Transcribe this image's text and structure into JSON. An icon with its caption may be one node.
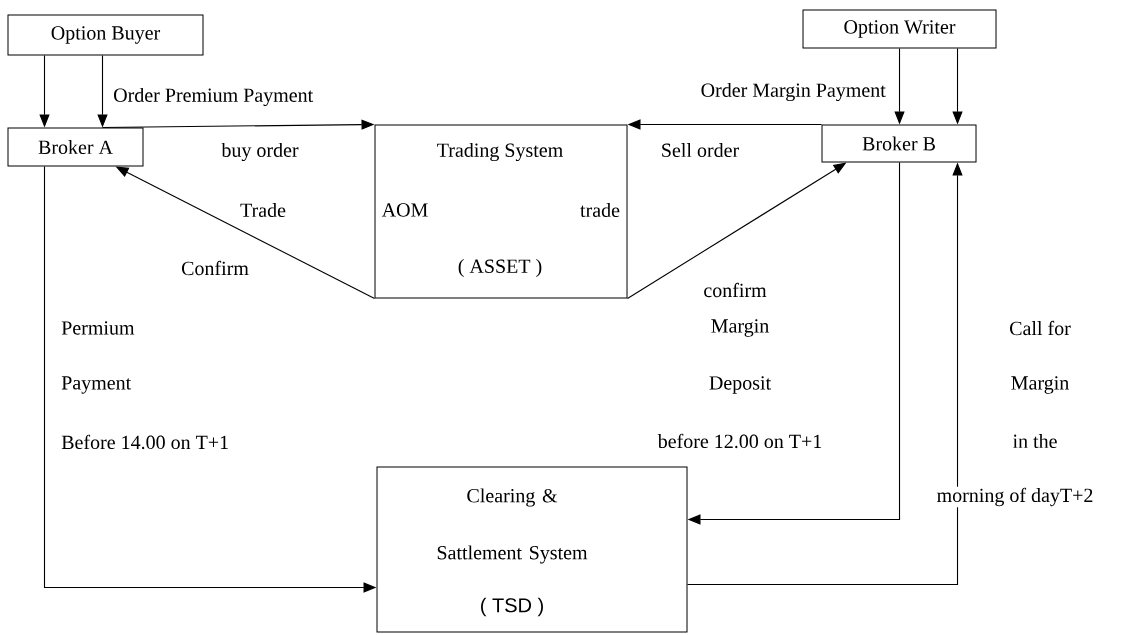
{
  "diagram": {
    "nodes": [
      {
        "text": [
          "Option Buyer"
        ]
      },
      {
        "text": [
          "Option Writer"
        ]
      },
      {
        "text": [
          "Broker A"
        ]
      },
      {
        "text": [
          "Trading System",
          "AOM",
          "( ASSET )"
        ]
      },
      {
        "text": [
          "Broker B"
        ]
      },
      {
        "text": [
          "Clearing & Sattlement System",
          "( TSD )"
        ]
      }
    ],
    "edges": [
      {
        "from": 0,
        "to": 2,
        "arrow": "to"
      },
      {
        "from": 0,
        "to": 2,
        "arrow": "to",
        "label": "Order Premium Payment"
      },
      {
        "from": 2,
        "to": 3,
        "arrow": "to",
        "label": "buy order"
      },
      {
        "from": 3,
        "to": 2,
        "arrow": "to"
      },
      {
        "from": 4,
        "to": 3,
        "arrow": "to",
        "label": "Sell order"
      },
      {
        "from": 1,
        "to": 4,
        "arrow": "to",
        "label": "Order Margin Payment"
      },
      {
        "from": 1,
        "to": 4,
        "arrow": "to"
      },
      {
        "from": 3,
        "to": 4,
        "arrow": "to"
      },
      {
        "from": 2,
        "to": 5,
        "arrow": "to"
      },
      {
        "from": 4,
        "to": 5,
        "arrow": "to"
      },
      {
        "from": 5,
        "to": 4,
        "arrow": "to"
      }
    ],
    "labels": [
      "Trade",
      "trade",
      "Confirm",
      "confirm",
      "Permium",
      "Margin",
      "Call for",
      "Payment",
      "Deposit",
      "Margin",
      "Before 14.00 on T+1",
      "before 12.00 on T+1",
      "in the",
      "morning of dayT+2"
    ]
  }
}
